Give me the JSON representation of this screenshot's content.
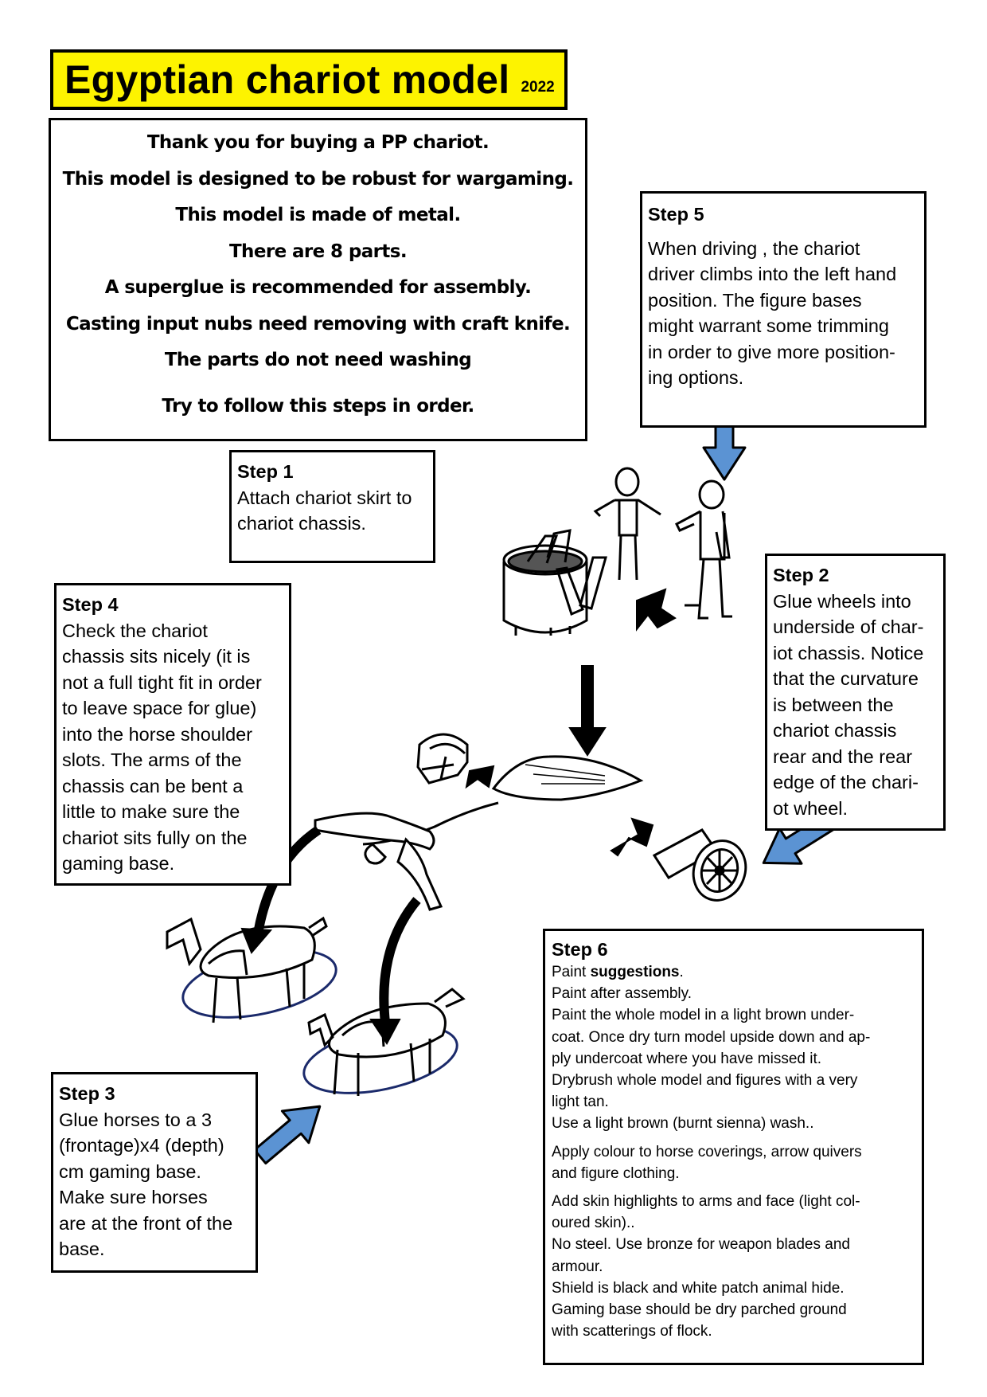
{
  "title": {
    "text": "Egyptian chariot model",
    "year": "2022"
  },
  "intro": {
    "lines": [
      "Thank you for buying a PP chariot.",
      "This model is designed to be robust for wargaming.",
      "This model is made of metal.",
      "There are 8 parts.",
      "A superglue is recommended for assembly.",
      "Casting input nubs need removing with craft knife.",
      "The parts do not need washing",
      "Try to follow this steps in order."
    ]
  },
  "steps": {
    "step1": {
      "heading": "Step 1",
      "body": "Attach chariot skirt to\nchariot chassis."
    },
    "step2": {
      "heading": "Step 2",
      "body": "Glue wheels into\nunderside of char-\niot chassis. Notice\nthat the curvature\nis between the\nchariot chassis\nrear and the rear\nedge of the chari-\not wheel."
    },
    "step3": {
      "heading": "Step 3",
      "body": "Glue horses to a 3\n(frontage)x4 (depth)\ncm gaming base.\nMake sure horses\nare at the front of the\nbase."
    },
    "step4": {
      "heading": "Step 4",
      "body": "Check the chariot\nchassis sits nicely (it is\nnot a full tight fit in order\nto leave space for glue)\ninto the horse shoulder\nslots. The arms of the\nchassis can be bent a\nlittle to make sure the\nchariot sits fully on the\ngaming base."
    },
    "step5": {
      "heading": "Step 5",
      "body": "When driving , the chariot\ndriver climbs into the left hand\nposition. The figure bases\nmight warrant some trimming\nin order to give more position-\ning options."
    },
    "step6": {
      "heading": "Step 6",
      "paint_prefix": "Paint ",
      "paint_bold": "suggestions",
      "paint_suffix": ".",
      "block1": "Paint after assembly.\nPaint the whole model in a light brown under-\ncoat. Once dry turn model upside down and ap-\nply undercoat where you have missed it.\nDrybrush whole model and figures with a very\nlight tan.\nUse a light brown (burnt sienna) wash..",
      "block2": "Apply colour to horse coverings, arrow quivers\nand figure clothing.",
      "block3": "Add skin highlights to arms and face (light col-\noured skin)..\nNo steel. Use bronze for weapon blades and\narmour.\nShield is  black and white patch animal hide.\nGaming base should be  dry parched ground\nwith scatterings of flock."
    }
  },
  "colors": {
    "title_bg": "#fdf300",
    "arrow_blue": "#5b93d3",
    "base_outline": "#1b2a6b"
  },
  "icons": [
    "blue-arrow-icon",
    "black-arrow-icon"
  ]
}
